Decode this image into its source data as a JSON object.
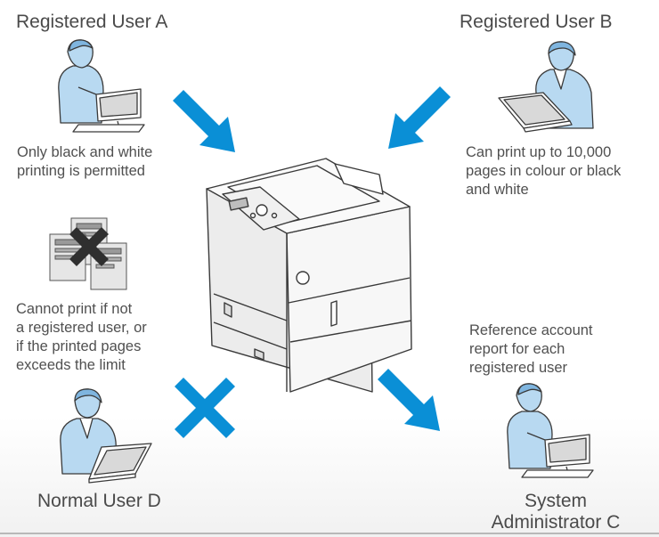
{
  "users": {
    "a": {
      "title": "Registered User A",
      "description": [
        "Only black and white",
        "printing is permitted"
      ]
    },
    "b": {
      "title": "Registered User B",
      "description": [
        "Can print up to 10,000",
        "pages in colour or black",
        "and white"
      ]
    },
    "rejected": {
      "description": [
        "Cannot print if not",
        "a registered user, or",
        "if the printed pages",
        "exceeds the limit"
      ]
    },
    "admin": {
      "description": [
        "Reference account",
        "report for each",
        "registered user"
      ],
      "title": [
        "System",
        "Administrator C"
      ]
    },
    "d": {
      "title": "Normal User D"
    }
  },
  "colors": {
    "arrow": "#0a8fd6",
    "person_fill": "#b8d9f1",
    "outline": "#3a3a3a",
    "printer_body": "#f4f4f4"
  },
  "icons": {
    "person": "person-at-laptop-icon",
    "rejected_pages": "crossed-out-documents-icon",
    "printer": "printer-icon",
    "deny": "x-mark-icon"
  }
}
